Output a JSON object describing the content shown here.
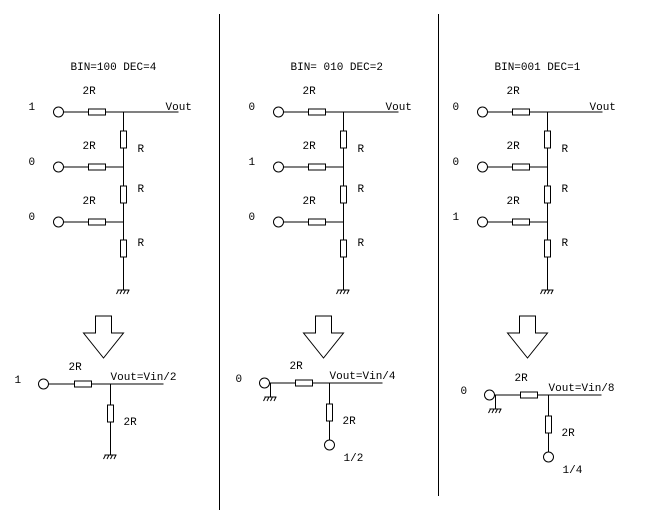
{
  "panels": [
    {
      "title": "BIN=100 DEC=4",
      "inputs": [
        "1",
        "0",
        "0"
      ],
      "series_label": "2R",
      "shunt_label": "R",
      "vout": "Vout",
      "reduced": {
        "input": "1",
        "series_label": "2R",
        "shunt_label": "2R",
        "vout": "Vout=Vin/2",
        "input_grounded": false,
        "shunt_end": "ground",
        "shunt_end_label": ""
      }
    },
    {
      "title": "BIN= 010  DEC=2",
      "inputs": [
        "0",
        "1",
        "0"
      ],
      "series_label": "2R",
      "shunt_label": "R",
      "vout": "Vout",
      "reduced": {
        "input": "0",
        "series_label": "2R",
        "shunt_label": "2R",
        "vout": "Vout=Vin/4",
        "input_grounded": true,
        "shunt_end": "terminal",
        "shunt_end_label": "1/2"
      }
    },
    {
      "title": "BIN=001 DEC=1",
      "inputs": [
        "0",
        "0",
        "1"
      ],
      "series_label": "2R",
      "shunt_label": "R",
      "vout": "Vout",
      "reduced": {
        "input": "0",
        "series_label": "2R",
        "shunt_label": "2R",
        "vout": "Vout=Vin/8",
        "input_grounded": true,
        "shunt_end": "terminal",
        "shunt_end_label": "1/4"
      }
    }
  ]
}
